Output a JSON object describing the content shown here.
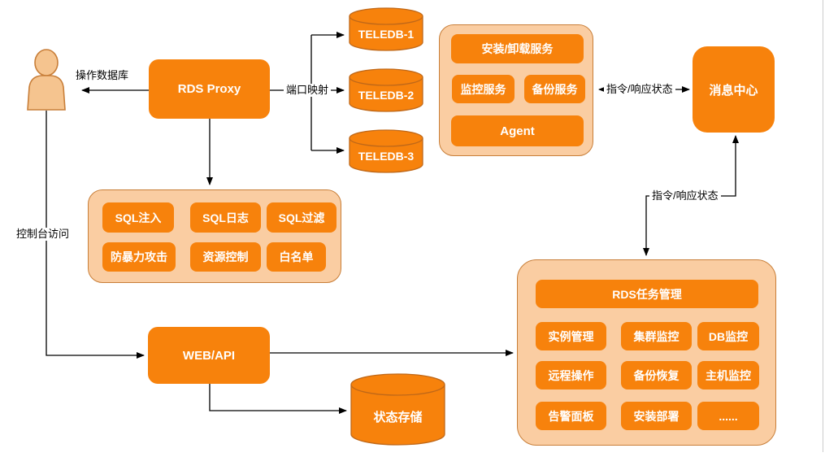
{
  "colors": {
    "node_fill": "#F7820C",
    "container_fill": "#FACDA2",
    "container_border": "#C87E38",
    "cylinder_stroke": "#C06818",
    "actor_fill": "#F5C48F",
    "connector": "#000000",
    "node_text": "#FFFFFF"
  },
  "nodes": {
    "rds_proxy": "RDS Proxy",
    "web_api": "WEB/API",
    "message_center": "消息中心",
    "teledb_1": "TELEDB-1",
    "teledb_2": "TELEDB-2",
    "teledb_3": "TELEDB-3",
    "state_storage": "状态存储"
  },
  "edge_labels": {
    "operate_database": "操作数据库",
    "port_mapping": "端口映射",
    "command_response_status_top": "指令/响应状态",
    "command_response_status_right": "指令/响应状态",
    "console_access": "控制台访问"
  },
  "agent_group": {
    "items": [
      "安装/卸载服务",
      "监控服务",
      "备份服务",
      "Agent"
    ]
  },
  "sql_group": {
    "items": [
      "SQL注入",
      "SQL日志",
      "SQL过滤",
      "防暴力攻击",
      "资源控制",
      "白名单"
    ]
  },
  "rds_task_group": {
    "header": "RDS任务管理",
    "items": [
      "实例管理",
      "集群监控",
      "DB监控",
      "远程操作",
      "备份恢复",
      "主机监控",
      "告警面板",
      "安装部署",
      "......"
    ]
  }
}
